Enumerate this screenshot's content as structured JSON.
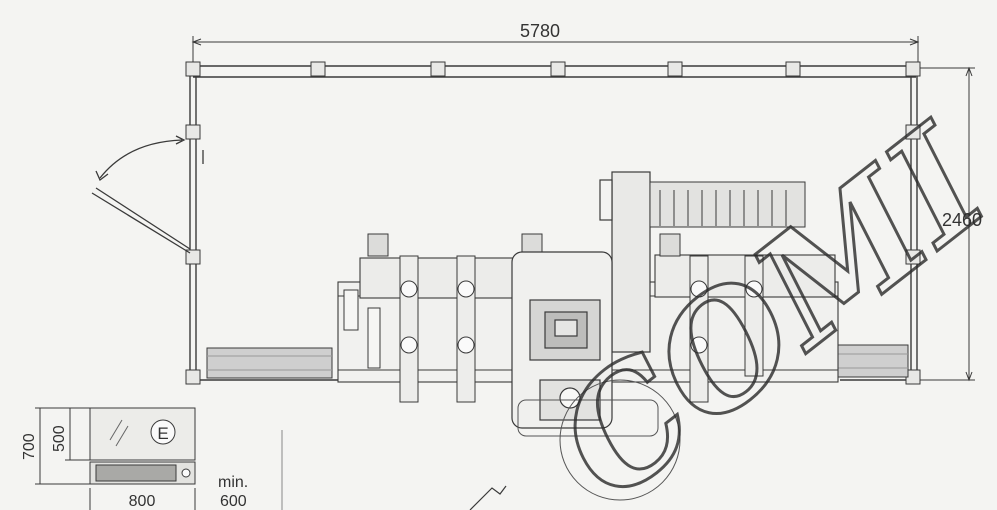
{
  "dimensions": {
    "width_label": "5780",
    "height_label": "2460",
    "panel_height_outer": "700",
    "panel_height_inner": "500",
    "panel_width": "800",
    "clearance_label_line1": "min.",
    "clearance_label_line2": "600"
  },
  "panel": {
    "symbol": "E"
  },
  "watermark": {
    "text": "COMI"
  },
  "colors": {
    "line": "#3a3a3a",
    "light_line": "#777777",
    "fill_gray": "#cfcfcf",
    "background": "#f4f4f2"
  }
}
